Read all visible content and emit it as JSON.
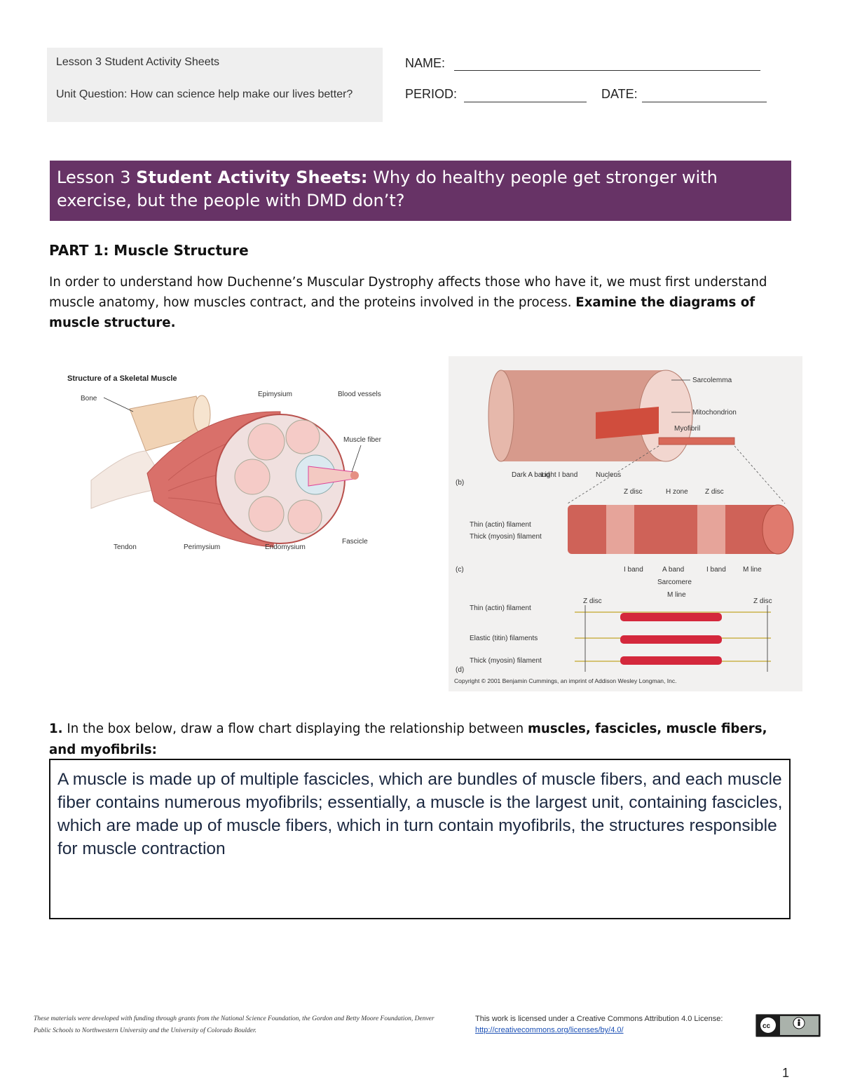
{
  "header": {
    "line1": "Lesson 3 Student Activity Sheets",
    "line2": "Unit Question: How can science help make our lives better?",
    "name_label": "NAME:",
    "period_label": "PERIOD:",
    "date_label": "DATE:"
  },
  "banner": {
    "prefix": "Lesson 3 ",
    "bold": "Student Activity Sheets:",
    "rest": " Why do healthy people get stronger with exercise, but the people with  DMD don’t?",
    "color": "#673366"
  },
  "part1": {
    "title": "PART 1: Muscle Structure",
    "intro": "In order to understand how Duchenne’s Muscular Dystrophy affects those who have it, we must first understand muscle anatomy, how muscles contract, and the proteins involved in the process. ",
    "intro_bold": "Examine the diagrams of muscle structure."
  },
  "figure1": {
    "title": "Structure of a Skeletal Muscle",
    "labels": {
      "bone": "Bone",
      "epimysium": "Epimysium",
      "blood_vessels": "Blood vessels",
      "muscle_fiber": "Muscle fiber",
      "fascicle": "Fascicle",
      "tendon": "Tendon",
      "perimysium": "Perimysium",
      "endomysium": "Endomysium"
    }
  },
  "figure2": {
    "labels": {
      "sarcolemma": "Sarcolemma",
      "mitochondrion": "Mitochondrion",
      "myofibril": "Myofibril",
      "dark_a_band": "Dark A band",
      "light_i_band": "Light I band",
      "nucleus": "Nucleus",
      "b": "(b)",
      "z_disc": "Z disc",
      "h_zone": "H zone",
      "thin_filament": "Thin (actin) filament",
      "thick_filament": "Thick (myosin) filament",
      "c": "(c)",
      "i_band": "I band",
      "a_band": "A band",
      "m_line": "M line",
      "sarcomere": "Sarcomere",
      "elastic_filaments": "Elastic (titin) filaments",
      "d": "(d)",
      "copyright": "Copyright © 2001 Benjamin Cummings, an imprint of Addison Wesley Longman, Inc."
    }
  },
  "question1": {
    "number": "1.",
    "text": " In the box below, draw a flow chart displaying the relationship between ",
    "bold": "muscles, fascicles, muscle fibers, and myofibrils:"
  },
  "answer": "A muscle is made up of multiple fascicles, which are bundles of muscle fibers, and each muscle fiber contains numerous myofibrils; essentially, a muscle is the largest unit, containing fascicles, which are made up of muscle fibers, which in turn contain myofibrils, the structures responsible for muscle contraction",
  "footer": {
    "left": "These materials were developed with funding through grants from the National Science Foundation, the Gordon and Betty Moore Foundation, Denver Public Schools to Northwestern University and the University of Colorado Boulder.",
    "right": "This work is licensed under a Creative Commons Attribution 4.0 License: ",
    "link": "http://creativecommons.org/licenses/by/4.0/",
    "badge": "cc by"
  },
  "page_number": "1"
}
